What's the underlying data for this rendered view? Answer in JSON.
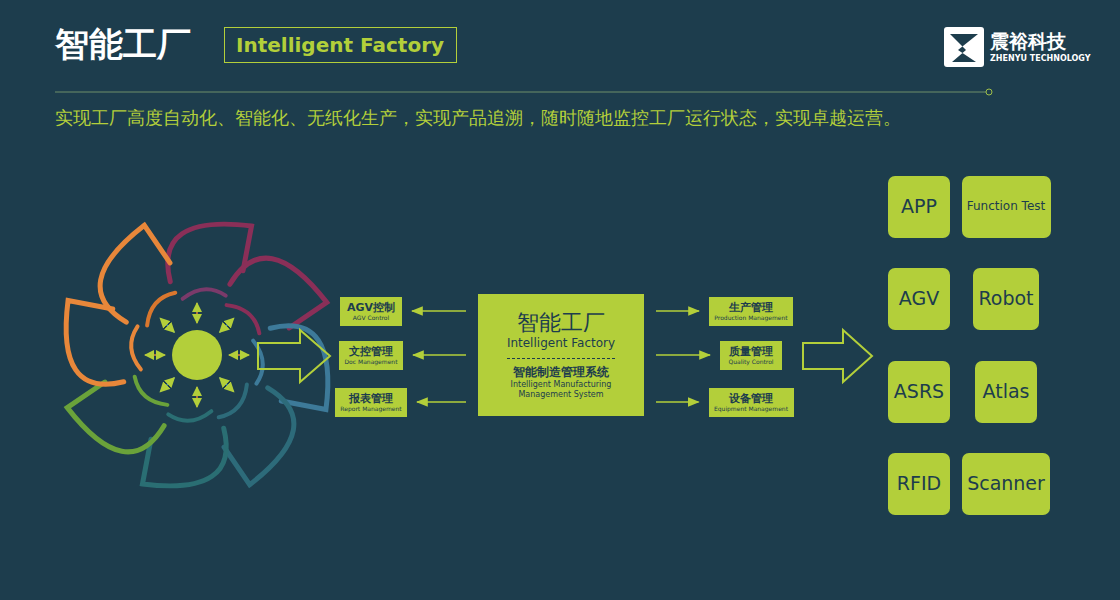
{
  "diagram": {
    "title": "智能工厂",
    "nodes": [
      {
        "text": [
          "Intelligent Factory"
        ]
      },
      {
        "text": [
          "AGV控制",
          "AGV Control"
        ]
      },
      {
        "text": [
          "文控管理",
          "Doc Management"
        ]
      },
      {
        "text": [
          "报表管理",
          "Report Management"
        ]
      },
      {
        "text": [
          "智能工厂",
          "Intelligent Factory",
          "智能制造管理系统",
          "Intelligent Manufacturing Management System"
        ]
      },
      {
        "text": [
          "生产管理",
          "Production Management"
        ]
      },
      {
        "text": [
          "质量管理",
          "Quality Control"
        ]
      },
      {
        "text": [
          "设备管理",
          "Equipment Management"
        ]
      },
      {
        "text": [
          "APP"
        ]
      },
      {
        "text": [
          "Function Test"
        ]
      },
      {
        "text": [
          "AGV"
        ]
      },
      {
        "text": [
          "Robot"
        ]
      },
      {
        "text": [
          "ASRS"
        ]
      },
      {
        "text": [
          "Atlas"
        ]
      },
      {
        "text": [
          "RFID"
        ]
      },
      {
        "text": [
          "Scanner"
        ]
      }
    ],
    "edges": [
      {
        "from": 4,
        "to": 1,
        "arrow": "to"
      },
      {
        "from": 4,
        "to": 2,
        "arrow": "to"
      },
      {
        "from": 4,
        "to": 3,
        "arrow": "to"
      },
      {
        "from": 4,
        "to": 5,
        "arrow": "to"
      },
      {
        "from": 4,
        "to": 6,
        "arrow": "to"
      },
      {
        "from": 4,
        "to": 7,
        "arrow": "to"
      }
    ],
    "labels": [
      "实现工厂高度自动化、智能化、无纸化生产，实现产品追溯，随时随地监控工厂运行状态，实现卓越运营。",
      "震裕科技",
      "ZHENYU TECHNOLOGY"
    ]
  }
}
